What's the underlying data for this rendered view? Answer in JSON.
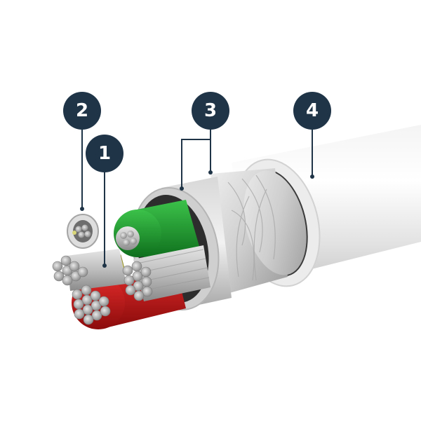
{
  "diagram": {
    "subject": "Cable cross-section with exposed layers",
    "colors": {
      "badge": "#1f3447",
      "background": "#ffffff",
      "jacket": "#e6e6e6",
      "braid": "#d9d9d9",
      "foil": "#c8c8c8",
      "green_insulation": "#1f9a2e",
      "red_insulation": "#c81818",
      "yellow_core": "#d9d67a",
      "conductor": "#b8b8b8"
    },
    "callouts": [
      {
        "id": "callout-1",
        "label": "1",
        "points_to": "yellow data core"
      },
      {
        "id": "callout-2",
        "label": "2",
        "points_to": "shielded small core ring"
      },
      {
        "id": "callout-3",
        "label": "3",
        "points_to": "foil and braided shield layers"
      },
      {
        "id": "callout-4",
        "label": "4",
        "points_to": "outer white jacket"
      }
    ]
  }
}
